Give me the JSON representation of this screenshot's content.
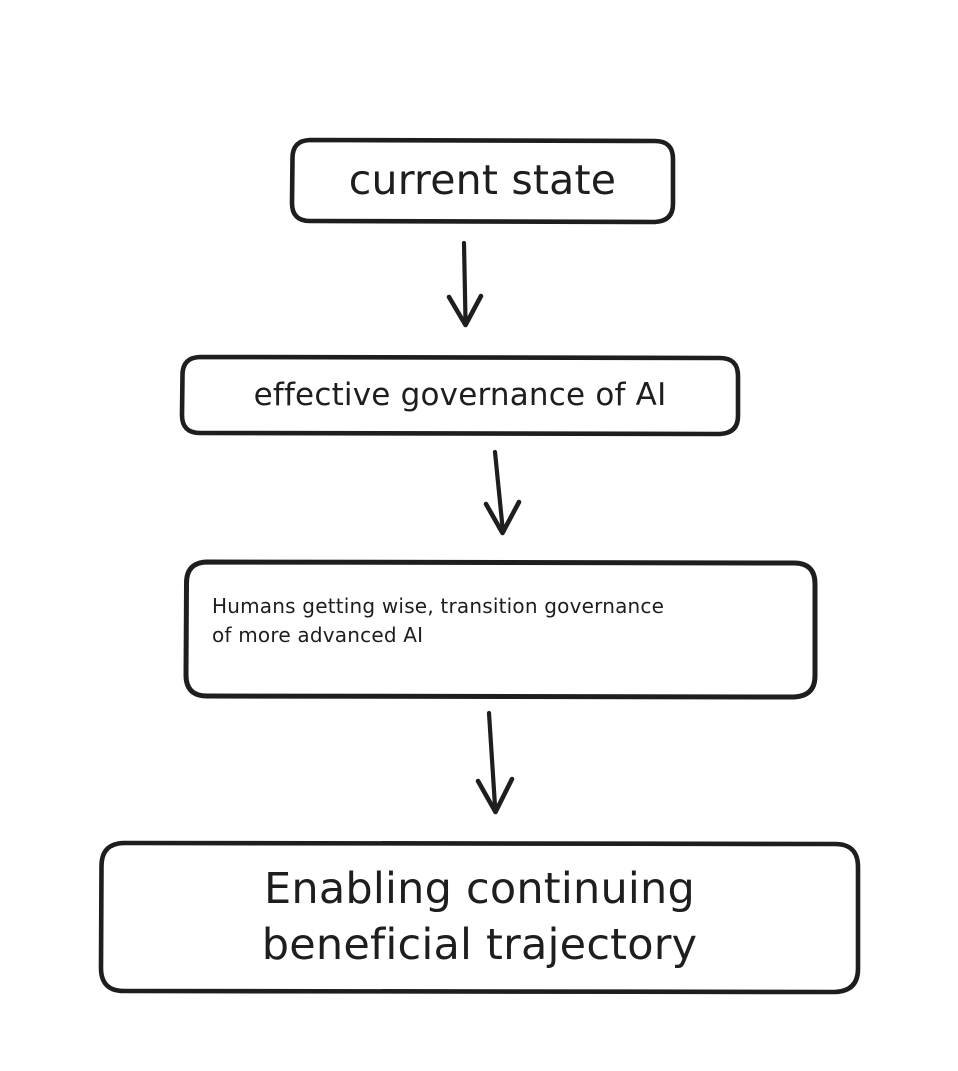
{
  "diagram": {
    "title": "AI governance trajectory flowchart",
    "background_color": "#ffffff",
    "stroke_color": "#1e1e1e",
    "style": "hand-drawn",
    "nodes": [
      {
        "id": "current-state",
        "label": "current state",
        "shape": "rounded-rectangle"
      },
      {
        "id": "effective-governance",
        "label": "effective governance of AI",
        "shape": "rounded-rectangle"
      },
      {
        "id": "humans-getting-wise",
        "label": "Humans getting wise, transition governance\nof more advanced AI",
        "shape": "rounded-rectangle"
      },
      {
        "id": "enabling-trajectory",
        "label": "Enabling continuing\nbeneficial trajectory",
        "shape": "rounded-rectangle"
      }
    ],
    "edges": [
      {
        "id": "edge-1",
        "from": "current-state",
        "to": "effective-governance",
        "arrowhead": "down"
      },
      {
        "id": "edge-2",
        "from": "effective-governance",
        "to": "humans-getting-wise",
        "arrowhead": "down"
      },
      {
        "id": "edge-3",
        "from": "humans-getting-wise",
        "to": "enabling-trajectory",
        "arrowhead": "down"
      }
    ]
  }
}
